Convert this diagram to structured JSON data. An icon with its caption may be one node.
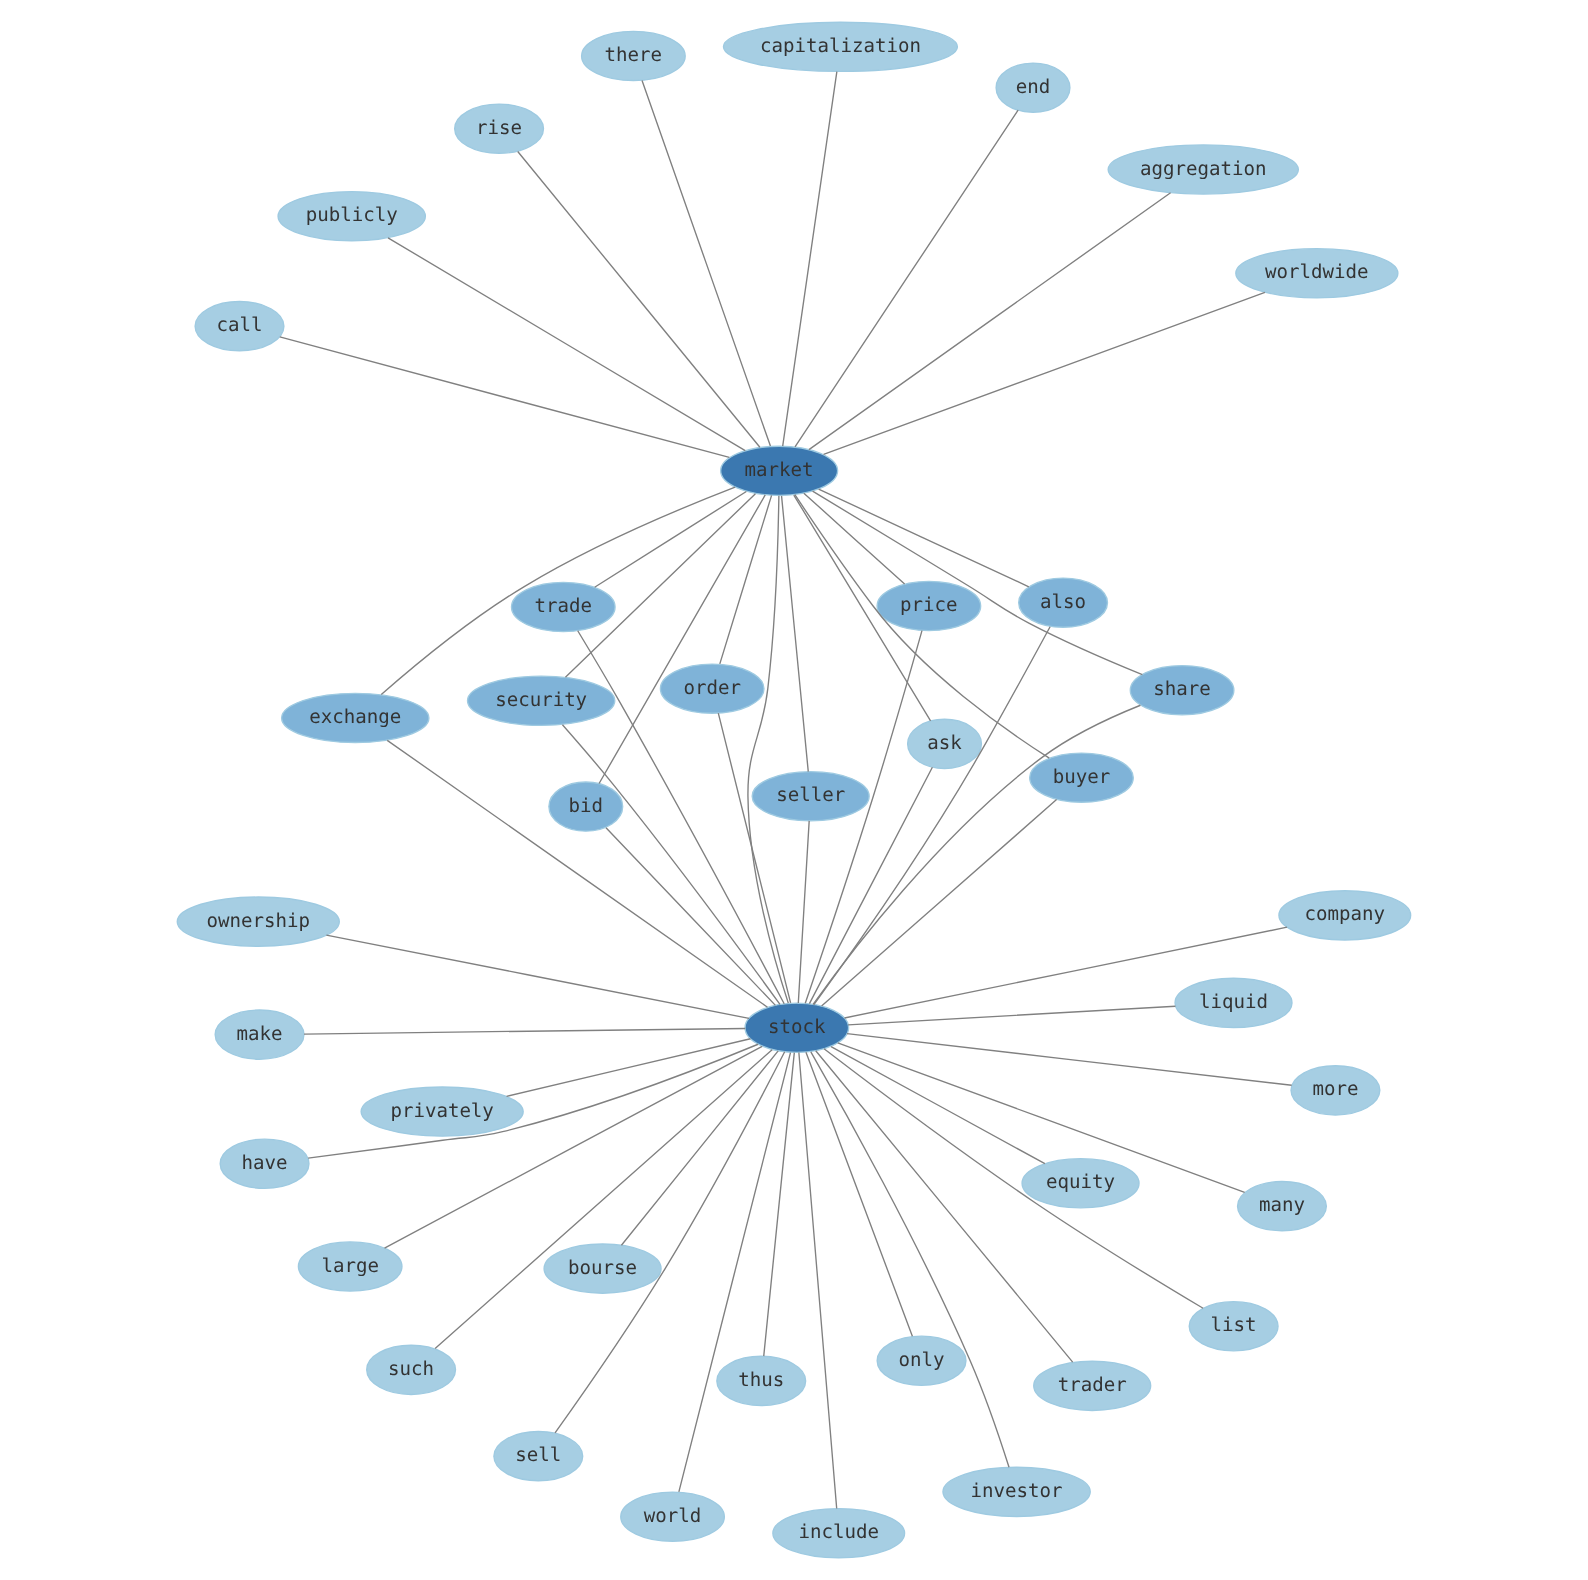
{
  "diagram": {
    "nodes": [
      {
        "text": [
          "stock"
        ]
      },
      {
        "text": [
          "market"
        ]
      },
      {
        "text": [
          "include"
        ]
      },
      {
        "text": [
          "ownership"
        ]
      },
      {
        "text": [
          "equity"
        ]
      },
      {
        "text": [
          "privately"
        ]
      },
      {
        "text": [
          "such"
        ]
      },
      {
        "text": [
          "trader"
        ]
      },
      {
        "text": [
          "thus"
        ]
      },
      {
        "text": [
          "investor"
        ]
      },
      {
        "text": [
          "only"
        ]
      },
      {
        "text": [
          "have"
        ]
      },
      {
        "text": [
          "many"
        ]
      },
      {
        "text": [
          "more"
        ]
      },
      {
        "text": [
          "price"
        ]
      },
      {
        "text": [
          "ask"
        ]
      },
      {
        "text": [
          "buyer"
        ]
      },
      {
        "text": [
          "make"
        ]
      },
      {
        "text": [
          "exchange"
        ]
      },
      {
        "text": [
          "security"
        ]
      },
      {
        "text": [
          "bourse"
        ]
      },
      {
        "text": [
          "large"
        ]
      },
      {
        "text": [
          "liquid"
        ]
      },
      {
        "text": [
          "company"
        ]
      },
      {
        "text": [
          "trade"
        ]
      },
      {
        "text": [
          "seller"
        ]
      },
      {
        "text": [
          "share"
        ]
      },
      {
        "text": [
          "bid"
        ]
      },
      {
        "text": [
          "world"
        ]
      },
      {
        "text": [
          "list"
        ]
      },
      {
        "text": [
          "also"
        ]
      },
      {
        "text": [
          "order"
        ]
      },
      {
        "text": [
          "sell"
        ]
      },
      {
        "text": [
          "rise"
        ]
      },
      {
        "text": [
          "aggregation"
        ]
      },
      {
        "text": [
          "worldwide"
        ]
      },
      {
        "text": [
          "capitalization"
        ]
      },
      {
        "text": [
          "end"
        ]
      },
      {
        "text": [
          "publicly"
        ]
      },
      {
        "text": [
          "call"
        ]
      },
      {
        "text": [
          "there"
        ]
      }
    ],
    "edges": [
      {
        "from": 0,
        "to": 2,
        "arrow": "none"
      },
      {
        "from": 0,
        "to": 3,
        "arrow": "none"
      },
      {
        "from": 0,
        "to": 4,
        "arrow": "none"
      },
      {
        "from": 0,
        "to": 5,
        "arrow": "none"
      },
      {
        "from": 0,
        "to": 6,
        "arrow": "none"
      },
      {
        "from": 0,
        "to": 7,
        "arrow": "none"
      },
      {
        "from": 0,
        "to": 8,
        "arrow": "none"
      },
      {
        "from": 0,
        "to": 9,
        "arrow": "none"
      },
      {
        "from": 0,
        "to": 10,
        "arrow": "none"
      },
      {
        "from": 0,
        "to": 11,
        "arrow": "none"
      },
      {
        "from": 0,
        "to": 12,
        "arrow": "none"
      },
      {
        "from": 0,
        "to": 13,
        "arrow": "none"
      },
      {
        "from": 0,
        "to": 14,
        "arrow": "none"
      },
      {
        "from": 0,
        "to": 15,
        "arrow": "none"
      },
      {
        "from": 0,
        "to": 16,
        "arrow": "none"
      },
      {
        "from": 0,
        "to": 17,
        "arrow": "none"
      },
      {
        "from": 0,
        "to": 18,
        "arrow": "none"
      },
      {
        "from": 0,
        "to": 19,
        "arrow": "none"
      },
      {
        "from": 0,
        "to": 20,
        "arrow": "none"
      },
      {
        "from": 0,
        "to": 21,
        "arrow": "none"
      },
      {
        "from": 0,
        "to": 22,
        "arrow": "none"
      },
      {
        "from": 0,
        "to": 23,
        "arrow": "none"
      },
      {
        "from": 0,
        "to": 24,
        "arrow": "none"
      },
      {
        "from": 0,
        "to": 25,
        "arrow": "none"
      },
      {
        "from": 0,
        "to": 26,
        "arrow": "none"
      },
      {
        "from": 0,
        "to": 27,
        "arrow": "none"
      },
      {
        "from": 0,
        "to": 28,
        "arrow": "none"
      },
      {
        "from": 0,
        "to": 29,
        "arrow": "none"
      },
      {
        "from": 0,
        "to": 30,
        "arrow": "none"
      },
      {
        "from": 0,
        "to": 31,
        "arrow": "none"
      },
      {
        "from": 0,
        "to": 32,
        "arrow": "none"
      },
      {
        "from": 0,
        "to": 1,
        "arrow": "none"
      },
      {
        "from": 1,
        "to": 14,
        "arrow": "none"
      },
      {
        "from": 1,
        "to": 15,
        "arrow": "none"
      },
      {
        "from": 1,
        "to": 16,
        "arrow": "none"
      },
      {
        "from": 1,
        "to": 18,
        "arrow": "none"
      },
      {
        "from": 1,
        "to": 19,
        "arrow": "none"
      },
      {
        "from": 1,
        "to": 24,
        "arrow": "none"
      },
      {
        "from": 1,
        "to": 25,
        "arrow": "none"
      },
      {
        "from": 1,
        "to": 26,
        "arrow": "none"
      },
      {
        "from": 1,
        "to": 27,
        "arrow": "none"
      },
      {
        "from": 1,
        "to": 30,
        "arrow": "none"
      },
      {
        "from": 1,
        "to": 31,
        "arrow": "none"
      },
      {
        "from": 1,
        "to": 33,
        "arrow": "none"
      },
      {
        "from": 1,
        "to": 34,
        "arrow": "none"
      },
      {
        "from": 1,
        "to": 35,
        "arrow": "none"
      },
      {
        "from": 1,
        "to": 36,
        "arrow": "none"
      },
      {
        "from": 1,
        "to": 37,
        "arrow": "none"
      },
      {
        "from": 1,
        "to": 38,
        "arrow": "none"
      },
      {
        "from": 1,
        "to": 39,
        "arrow": "none"
      },
      {
        "from": 1,
        "to": 40,
        "arrow": "none"
      }
    ]
  }
}
